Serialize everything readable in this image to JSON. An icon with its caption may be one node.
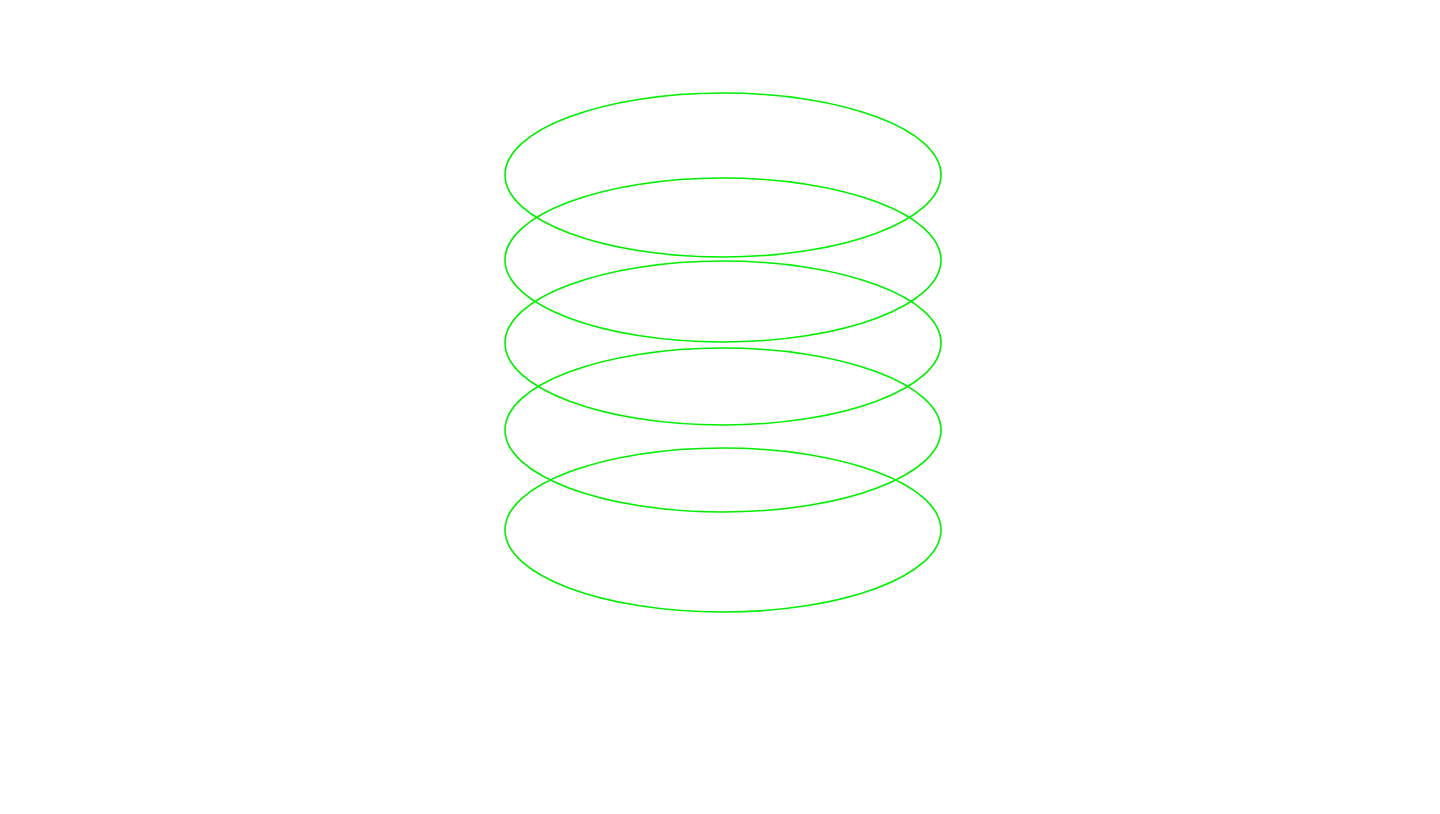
{
  "diagram": {
    "nodes": [
      {
        "text": [],
        "shape": "ellipse"
      },
      {
        "text": [],
        "shape": "ellipse"
      },
      {
        "text": [],
        "shape": "ellipse"
      },
      {
        "text": [],
        "shape": "ellipse"
      },
      {
        "text": [],
        "shape": "ellipse"
      }
    ]
  }
}
